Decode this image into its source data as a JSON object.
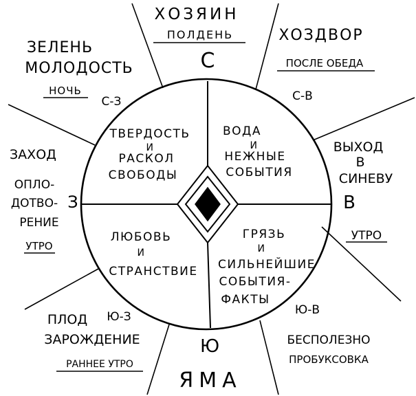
{
  "sectors": {
    "north": {
      "title": "ХОЗЯИН",
      "time": "ПОЛДЕНЬ",
      "direction": "С"
    },
    "northeast": {
      "title": "ХОЗДВОР",
      "time": "ПОСЛЕ ОБЕДА",
      "direction": "С-В"
    },
    "east": {
      "title_lines": [
        "ВЫХОД",
        "В",
        "СИНЕВУ"
      ],
      "time": "УТРО",
      "direction": "В"
    },
    "southeast": {
      "title_lines": [
        "БЕСПОЛЕЗНО",
        "ПРОБУКСОВКА"
      ],
      "direction": "Ю-В"
    },
    "south": {
      "title": "ЯМА",
      "direction": "Ю"
    },
    "southwest": {
      "title_lines": [
        "ПЛОД",
        "ЗАРОЖДЕНИЕ"
      ],
      "time": "РАННЕЕ УТРО",
      "direction": "Ю-З"
    },
    "west": {
      "title_lines": [
        "ЗАХОД",
        "ОПЛО-",
        "ДОТВО-",
        "РЕНИЕ"
      ],
      "time": "УТРО",
      "direction": "З"
    },
    "northwest": {
      "title_lines": [
        "ЗЕЛЕНЬ",
        "МОЛОДОСТЬ"
      ],
      "time": "НОЧЬ",
      "direction": "С-З"
    }
  },
  "quadrants": {
    "top_left": [
      "ТВЕРДОСТЬ",
      "И",
      "РАСКОЛ",
      "СВОБОДЫ"
    ],
    "top_right": [
      "ВОДА",
      "И",
      "НЕЖНЫЕ",
      "СОБЫТИЯ"
    ],
    "bottom_left": [
      "ЛЮБОВЬ",
      "И",
      "СТРАНСТВИЕ"
    ],
    "bottom_right": [
      "ГРЯЗЬ",
      "И",
      "СИЛЬНЕЙШИЕ",
      "СОБЫТИЯ-",
      "ФАКТЫ"
    ]
  }
}
